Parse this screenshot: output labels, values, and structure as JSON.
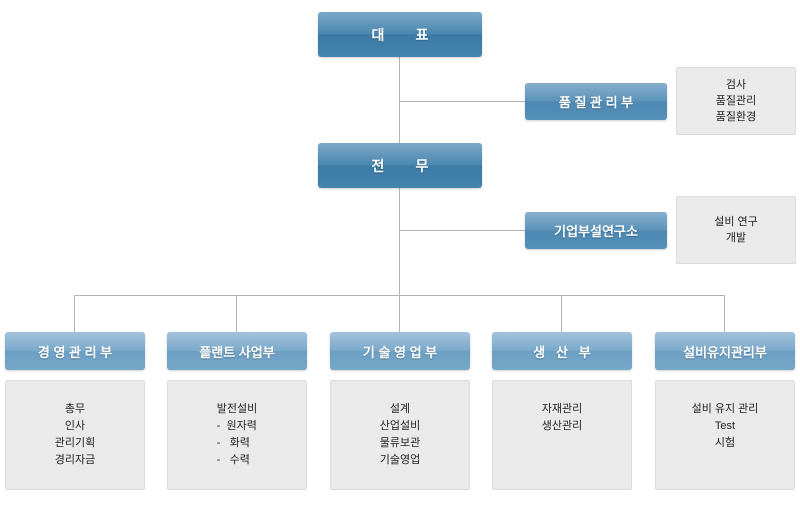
{
  "org": {
    "ceo": {
      "label": "대        표"
    },
    "executive": {
      "label": "전        무"
    },
    "staff": [
      {
        "label": "품 질 관 리 부",
        "details": [
          "검사",
          "품질관리",
          "품질환경"
        ]
      },
      {
        "label": "기업부설연구소",
        "details": [
          "설비 연구",
          "개발"
        ]
      }
    ],
    "departments": [
      {
        "label": "경 영 관 리 부",
        "items": [
          "총무",
          "인사",
          "관리기획",
          "경리자금"
        ]
      },
      {
        "label": "플랜트 사업부",
        "items": [
          "발전설비",
          "-  원자력",
          "-   화력",
          "-   수력"
        ]
      },
      {
        "label": "기 술 영 업 부",
        "items": [
          "설계",
          "산업설비",
          "물류보관",
          "기술영업"
        ]
      },
      {
        "label": "생   산   부",
        "items": [
          "자재관리",
          "생산관리"
        ]
      },
      {
        "label": "설비유지관리부",
        "items": [
          "설비 유지 관리",
          "Test",
          "시험"
        ]
      }
    ]
  }
}
